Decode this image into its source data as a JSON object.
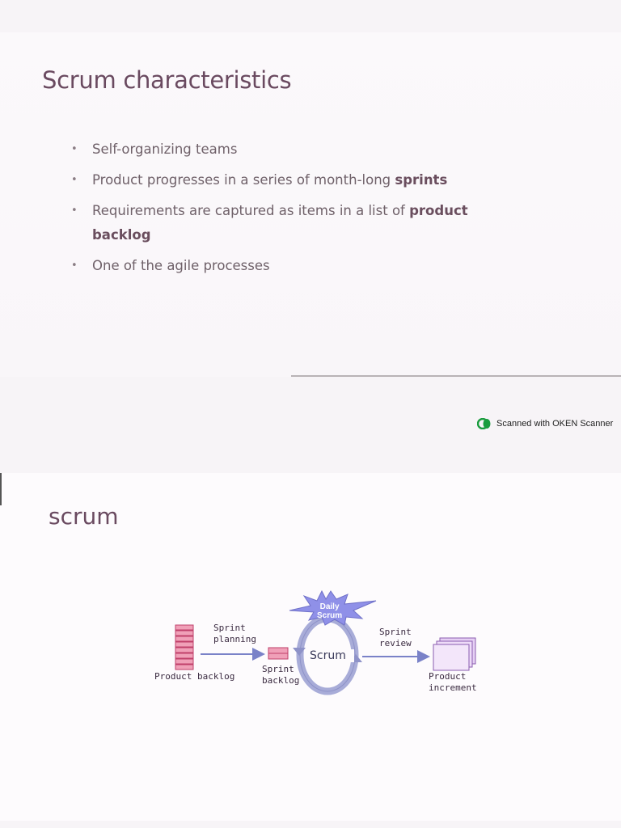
{
  "slide1": {
    "title": "Scrum characteristics",
    "bullets": [
      {
        "text": "Self-organizing teams",
        "bold": ""
      },
      {
        "text": "Product progresses in a series of month-long ",
        "bold": "sprints"
      },
      {
        "text": "Requirements are captured as items in a list of ",
        "bold": "product backlog"
      },
      {
        "text": "One of the agile processes",
        "bold": ""
      }
    ]
  },
  "watermark": {
    "text": "Scanned with OKEN Scanner",
    "logo_icon": "oken-scanner-logo-icon",
    "logo_color": "#1a9c3e"
  },
  "slide2": {
    "title": "scrum",
    "diagram": {
      "product_backlog": "Product backlog",
      "sprint_planning": "Sprint\nplanning",
      "sprint_backlog": "Sprint\nbacklog",
      "daily_scrum": "Daily\nScrum",
      "scrum": "Scrum",
      "sprint_review": "Sprint\nreview",
      "product_increment": "Product\nincrement"
    }
  },
  "colors": {
    "title": "#6a4a60",
    "body_text": "#6f6169",
    "backlog_fill": "#f0a0b8",
    "backlog_stroke": "#c0406a",
    "arrow": "#7a82c8",
    "starburst": "#8f90e8",
    "cycle": "#a8acd8"
  }
}
